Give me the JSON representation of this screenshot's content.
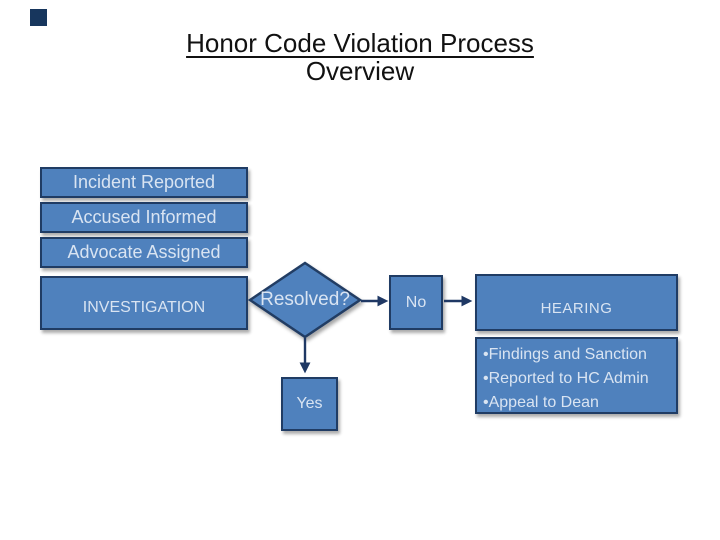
{
  "title": {
    "line1": "Honor Code Violation Process",
    "line2": "Overview"
  },
  "flow": {
    "steps": [
      "Incident Reported",
      "Accused Informed",
      "Advocate Assigned"
    ],
    "investigation_label": "INVESTIGATION",
    "decision_label": "Resolved?",
    "no_label": "No",
    "hearing_label": "HEARING",
    "hearing_details": [
      "•Findings and Sanction",
      "•Reported to HC Admin",
      "•Appeal to Dean"
    ],
    "yes_label": "Yes"
  },
  "colors": {
    "node_fill": "#4f81bd",
    "node_border": "#203c64",
    "node_text": "#d9e4f2",
    "arrow": "#1f3864",
    "title_text": "#111111",
    "corner_accent": "#17365d"
  }
}
